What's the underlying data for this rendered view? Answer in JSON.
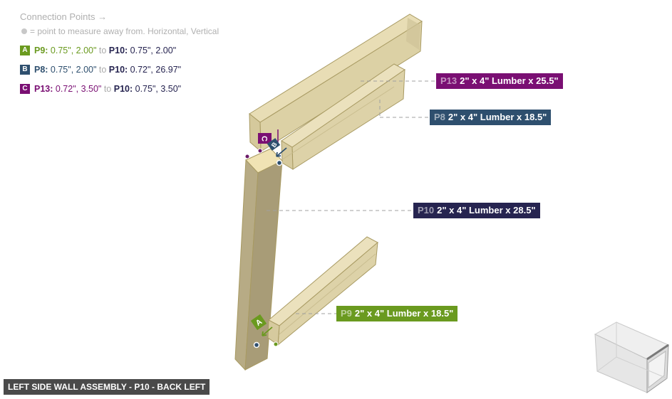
{
  "legend": {
    "title": "Connection Points →",
    "note": "= point to measure away from. Horizontal, Vertical",
    "connections": [
      {
        "badge": "A",
        "color": "#6a9a1f",
        "from_part": "P9:",
        "from_vals": " 0.75\", 2.00\"",
        "to": " to ",
        "to_part": "P10:",
        "to_vals": " 0.75\", 2.00\""
      },
      {
        "badge": "B",
        "color": "#2e4f6e",
        "from_part": "P8:",
        "from_vals": " 0.75\", 2.00\"",
        "to": " to ",
        "to_part": "P10:",
        "to_vals": " 0.72\", 26.97\""
      },
      {
        "badge": "C",
        "color": "#7a0f73",
        "from_part": "P13:",
        "from_vals": " 0.72\", 3.50\"",
        "to": " to ",
        "to_part": "P10:",
        "to_vals": " 0.75\", 3.50\""
      }
    ],
    "to_part_color": "#262450"
  },
  "parts": [
    {
      "id": "P13",
      "desc": "2\" x 4\" Lumber  x 25.5\"",
      "color": "#7a0f73"
    },
    {
      "id": "P8",
      "desc": "2\" x 4\" Lumber  x 18.5\"",
      "color": "#2e4f6e"
    },
    {
      "id": "P10",
      "desc": "2\" x 4\" Lumber  x 28.5\"",
      "color": "#262450"
    },
    {
      "id": "P9",
      "desc": "2\" x 4\" Lumber  x 18.5\"",
      "color": "#6a9a1f"
    }
  ],
  "markers": {
    "A": "A",
    "B": "B",
    "C": "C"
  },
  "footer": "LEFT SIDE WALL ASSEMBLY - P10 - BACK LEFT"
}
